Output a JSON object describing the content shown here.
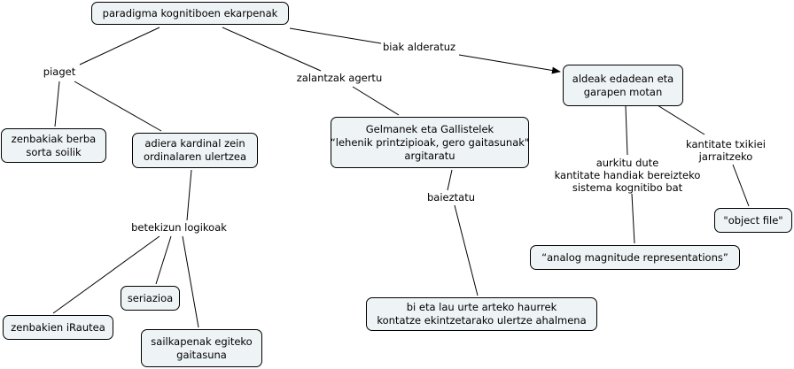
{
  "concepts": {
    "root": [
      "paradigma kognitiboen ekarpenak"
    ],
    "zenbakiak": [
      "zenbakiak berba",
      "sorta soilik"
    ],
    "adiera": [
      "adiera kardinal zein",
      "ordinalaren ulertzea"
    ],
    "gelmanek": [
      "Gelmanek eta Gallistelek",
      "“lehenik printzipioak, gero gaitasunak\"",
      "argitaratu"
    ],
    "aldeak": [
      "aldeak edadean eta",
      "garapen motan"
    ],
    "object_file": [
      "\"object file\""
    ],
    "analog": [
      "“analog magnitude representations”"
    ],
    "bi_eta_lau": [
      "bi eta lau urte arteko haurrek",
      "kontatze ekintzetarako ulertze ahalmena"
    ],
    "zenbakien": [
      "zenbakien iRautea"
    ],
    "seriazioa": [
      "seriazioa"
    ],
    "sailkapenak": [
      "sailkapenak egiteko",
      "gaitasuna"
    ]
  },
  "links": {
    "piaget": [
      "piaget"
    ],
    "zalantzak": [
      "zalantzak agertu"
    ],
    "biak": [
      "biak alderatuz"
    ],
    "baieztatu": [
      "baieztatu"
    ],
    "aurkitu": [
      "aurkitu dute",
      "kantitate handiak bereizteko",
      "sistema kognitibo bat"
    ],
    "kantitate": [
      "kantitate txikiei",
      "jarraitzeko"
    ],
    "betekizun": [
      "betekizun logikoak"
    ]
  }
}
